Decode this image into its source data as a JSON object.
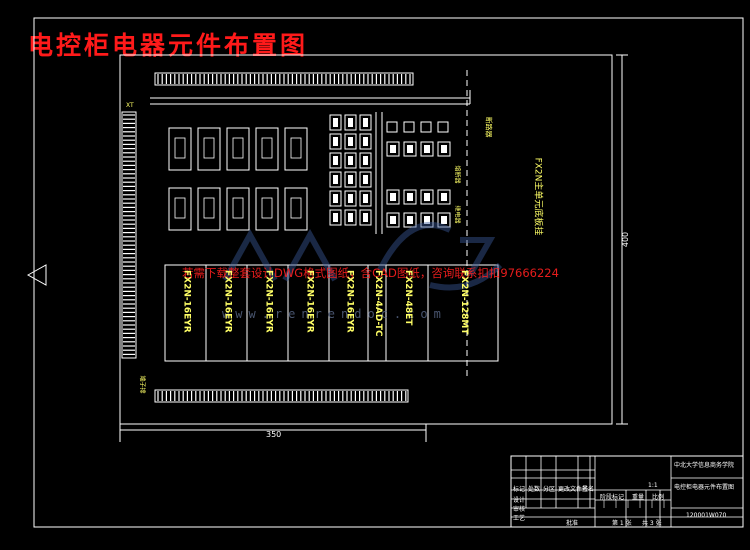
{
  "title": "电控柜电器元件布置图",
  "watermark": "若需下载整套设计DWG格式图纸，含CAD图纸，咨询联系扣扣97666224",
  "watermark_url": "www.renrendoc.com",
  "dimensions": {
    "height": "400",
    "width": "350"
  },
  "labels": {
    "xt_top": "XT",
    "xt_bottom": "端子排",
    "gate_main": "断路器",
    "plc_note": "FX2N主单元底板挂",
    "fuse_label": "熔断器",
    "relay_label": "继电器"
  },
  "plc_modules": [
    {
      "text": "FX2N-16EYR"
    },
    {
      "text": "FX2N-16EYR"
    },
    {
      "text": "FX2N-16EYR"
    },
    {
      "text": "FX2N-16EYR"
    },
    {
      "text": "FX2N-16EYR"
    },
    {
      "text": "FX2N-4AD-TC"
    },
    {
      "text": "FX2N-48ET"
    },
    {
      "text": "FX2N-128MT"
    }
  ],
  "title_block": {
    "school": "中北大学信息商务学院",
    "drawing_name": "电控柜电器元件布置图",
    "drawing_no": "120001W070",
    "scale": "1:1",
    "sheet": "第 1 张",
    "total": "共 3 张",
    "row_labels": [
      "标记",
      "处数",
      "分区",
      "更改文件号",
      "签名",
      "年月日"
    ],
    "roles": [
      "设计",
      "审核",
      "工艺",
      "批准"
    ],
    "stage_labels": [
      "阶段标记",
      "重量",
      "比例"
    ]
  }
}
